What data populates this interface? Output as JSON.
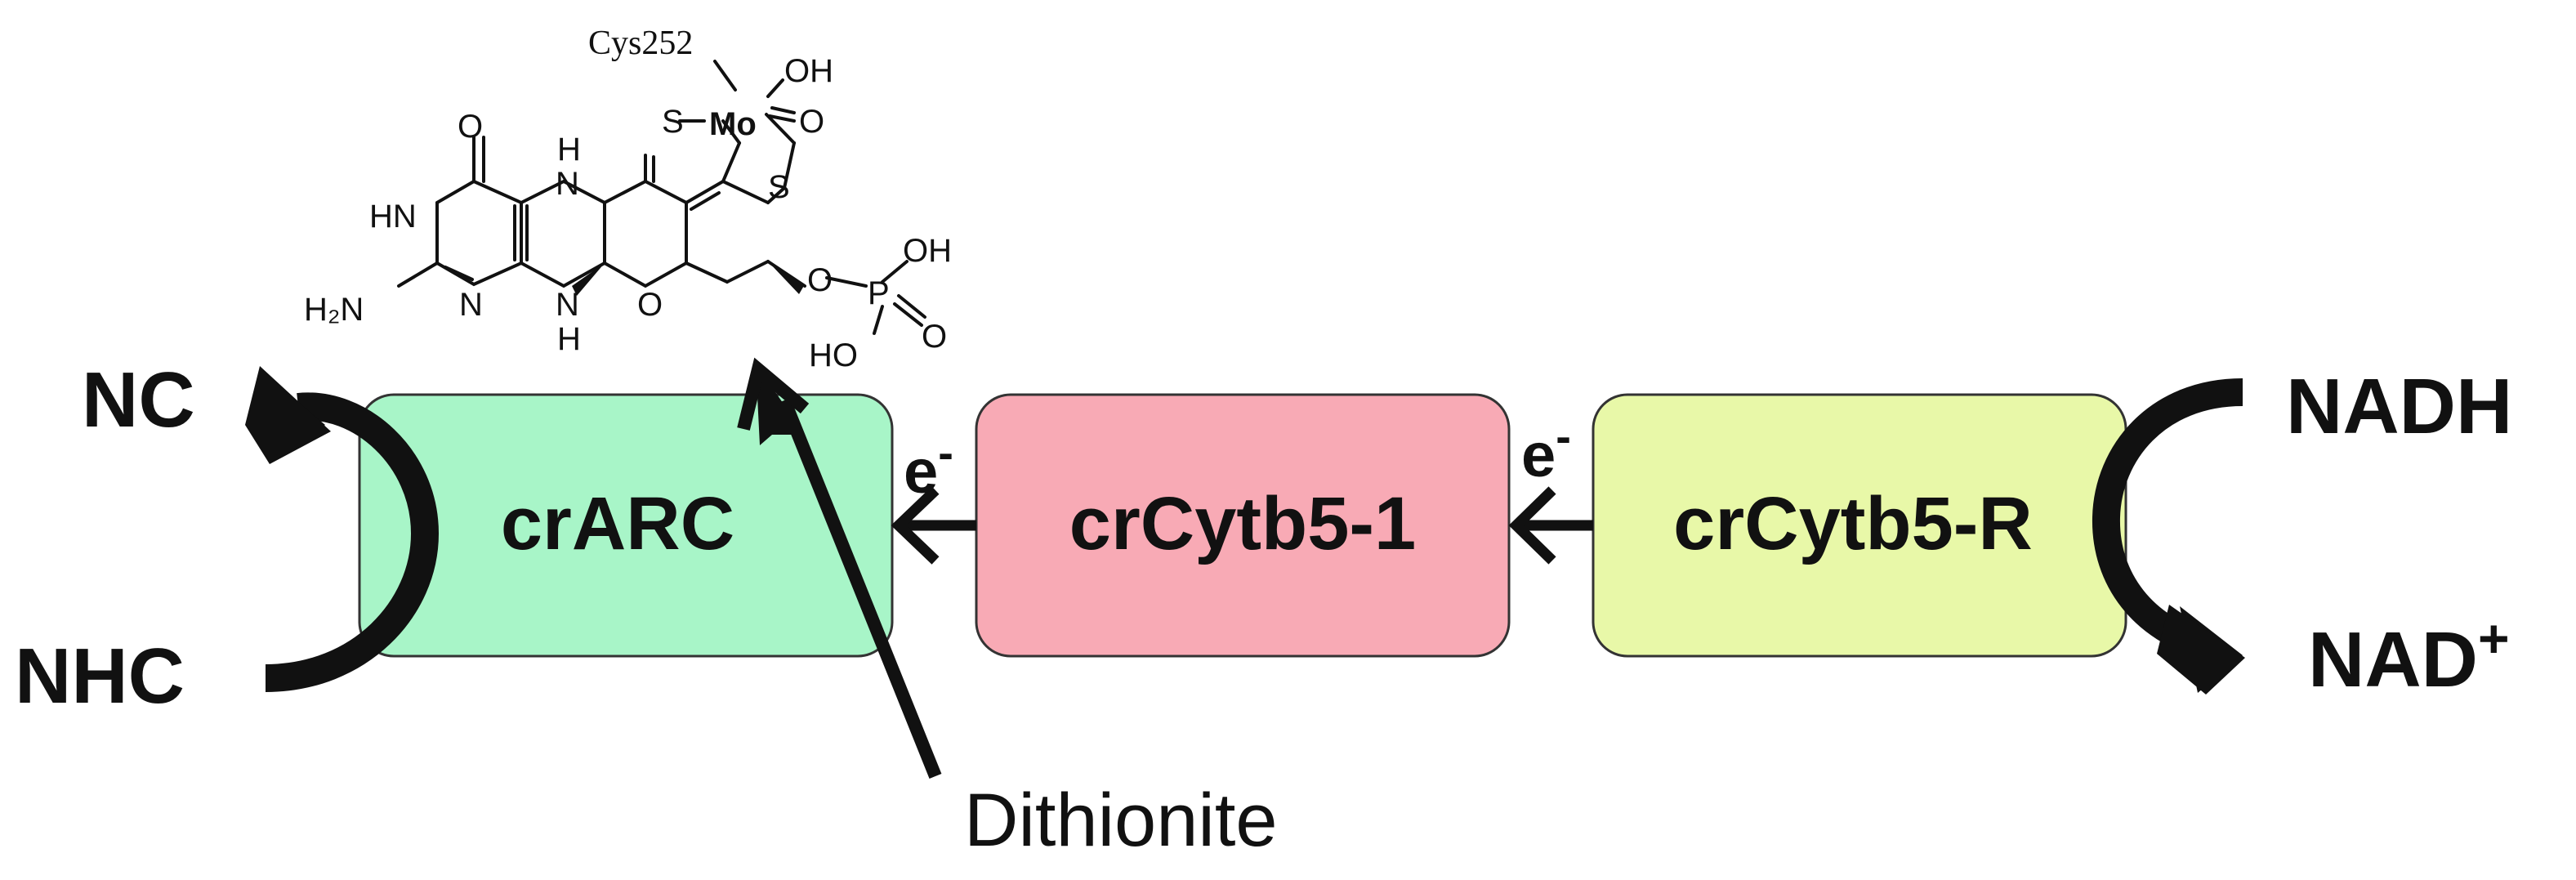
{
  "diagram": {
    "boxes": [
      {
        "id": "crarc",
        "label": "crARC",
        "color": "#a8f5c8"
      },
      {
        "id": "crcytb5-1",
        "label": "crCytb5-1",
        "color": "#f8aab5"
      },
      {
        "id": "crcytb5-r",
        "label": "crCytb5-R",
        "color": "#e8f8a8"
      }
    ],
    "electron_label": "e",
    "electron_charge": "-",
    "left_product": "NC",
    "left_substrate": "NHC",
    "right_substrate": "NADH",
    "right_product_base": "NAD",
    "right_product_charge": "+",
    "reductant": "Dithionite",
    "molecule": {
      "atoms": {
        "cys": "Cys252",
        "mo": "Mo",
        "oh_mo": "OH",
        "o_mo": "O",
        "s1": "S",
        "s2": "S",
        "o_keto": "O",
        "hn": "HN",
        "n_ring": "N",
        "h2n": "H₂N",
        "n5": "N",
        "h5": "H",
        "n8": "N",
        "h8": "H",
        "o_pyran": "O",
        "o_ester": "O",
        "p": "P",
        "oh_p": "OH",
        "o_p": "O",
        "ho_p": "HO"
      }
    }
  }
}
